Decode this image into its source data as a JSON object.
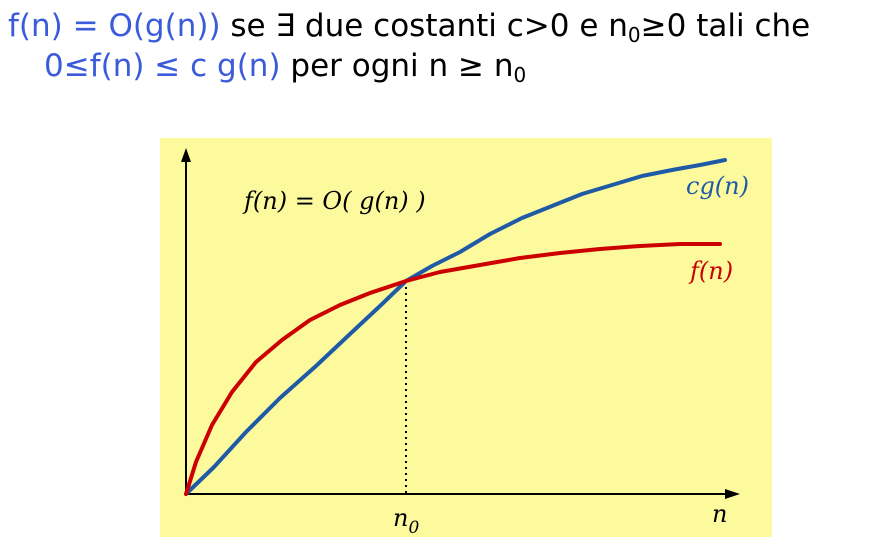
{
  "definition": {
    "line1": {
      "fn": "f(n)",
      "eq": " = ",
      "big_o": "O(g(n))",
      "se": " se ∃ due costanti c>0 e n",
      "sub0": "0",
      "rest": "≥0 tali che"
    },
    "line2": {
      "ineq": "0≤f(n) ≤ c g(n)",
      "per": " per ogni n ≥ n",
      "sub0": "0"
    }
  },
  "diagram": {
    "inner_label": "f(n) = O( g(n) )",
    "cg_label": "cg(n)",
    "f_label": "f(n)",
    "n0_main": "n",
    "n0_sub": "0",
    "n_label": "n"
  },
  "colors": {
    "panel_bg": "#fdfa9e",
    "cg_curve": "#1f5aa6",
    "f_curve": "#cc0000",
    "axis": "#000000",
    "def_blue": "#3b5bdb"
  }
}
